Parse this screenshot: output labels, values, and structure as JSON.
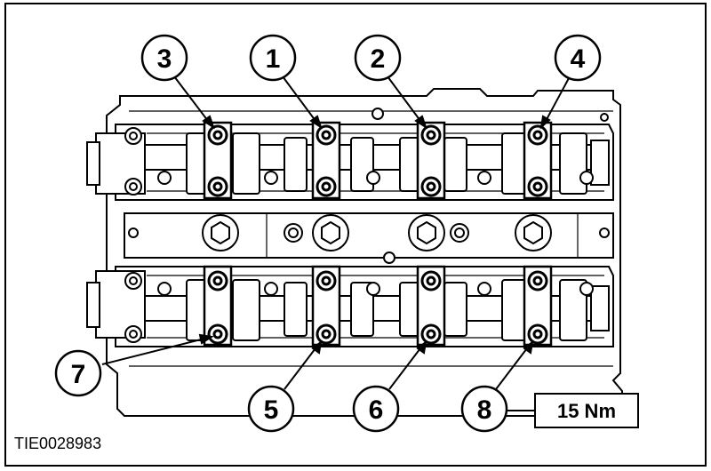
{
  "figure": {
    "id_label": "TIE0028983"
  },
  "torque": {
    "label": "15 Nm"
  },
  "callouts": [
    {
      "number": "3"
    },
    {
      "number": "1"
    },
    {
      "number": "2"
    },
    {
      "number": "4"
    },
    {
      "number": "7"
    },
    {
      "number": "5"
    },
    {
      "number": "6"
    },
    {
      "number": "8"
    }
  ],
  "colors": {
    "line": "#000000",
    "background": "#ffffff"
  }
}
